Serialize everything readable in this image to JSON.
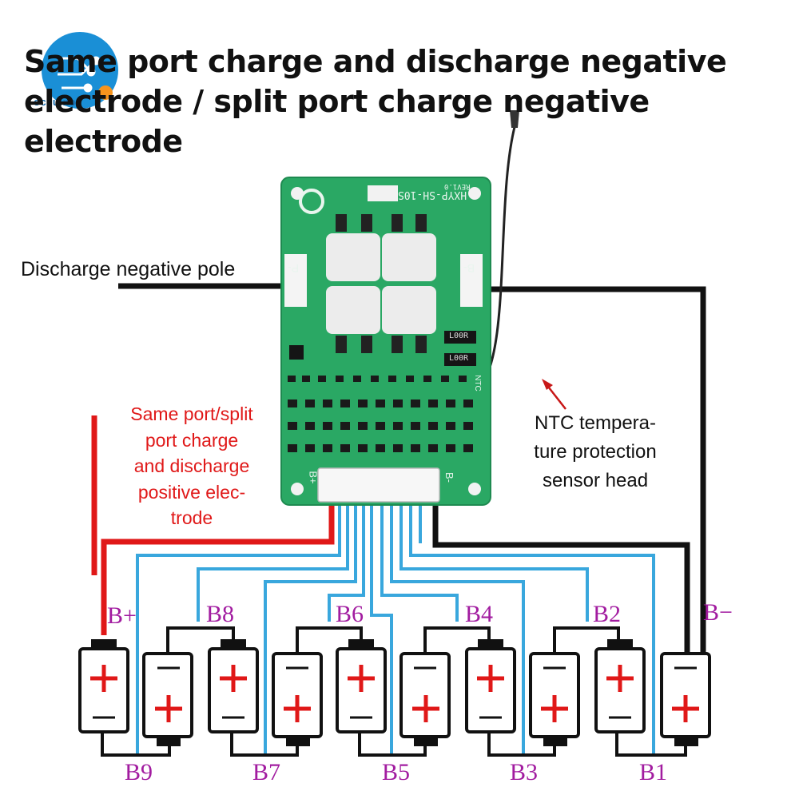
{
  "logo": {
    "text": "occuino"
  },
  "title": {
    "text": "Same port charge and discharge negative electrode / split port charge negative electrode"
  },
  "board": {
    "model": "HXYP-SH-10S",
    "rev": "REV1.0",
    "pad_left": "P-",
    "pad_right": "B-",
    "conn_left": "B+",
    "conn_right": "B-",
    "res1": "L00R",
    "res2": "L00R",
    "ntc_pad": "NTC",
    "pcb_color": "#2aa864"
  },
  "labels": {
    "discharge_negative": "Discharge negative pole",
    "positive_line1": "Same port/split",
    "positive_line2": "port charge",
    "positive_line3": "and discharge",
    "positive_line4": "positive elec-",
    "positive_line5": "trode",
    "ntc_line1": "NTC tempera-",
    "ntc_line2": "ture protection",
    "ntc_line3": "sensor head"
  },
  "battery_labels": {
    "top": [
      "B+",
      "B8",
      "B6",
      "B4",
      "B2",
      "B−"
    ],
    "bottom": [
      "B9",
      "B7",
      "B5",
      "B3",
      "B1"
    ]
  },
  "colors": {
    "red_wire": "#e01818",
    "blue_wire": "#39a7dd",
    "black_wire": "#111111",
    "label_purple": "#a21ca0"
  }
}
